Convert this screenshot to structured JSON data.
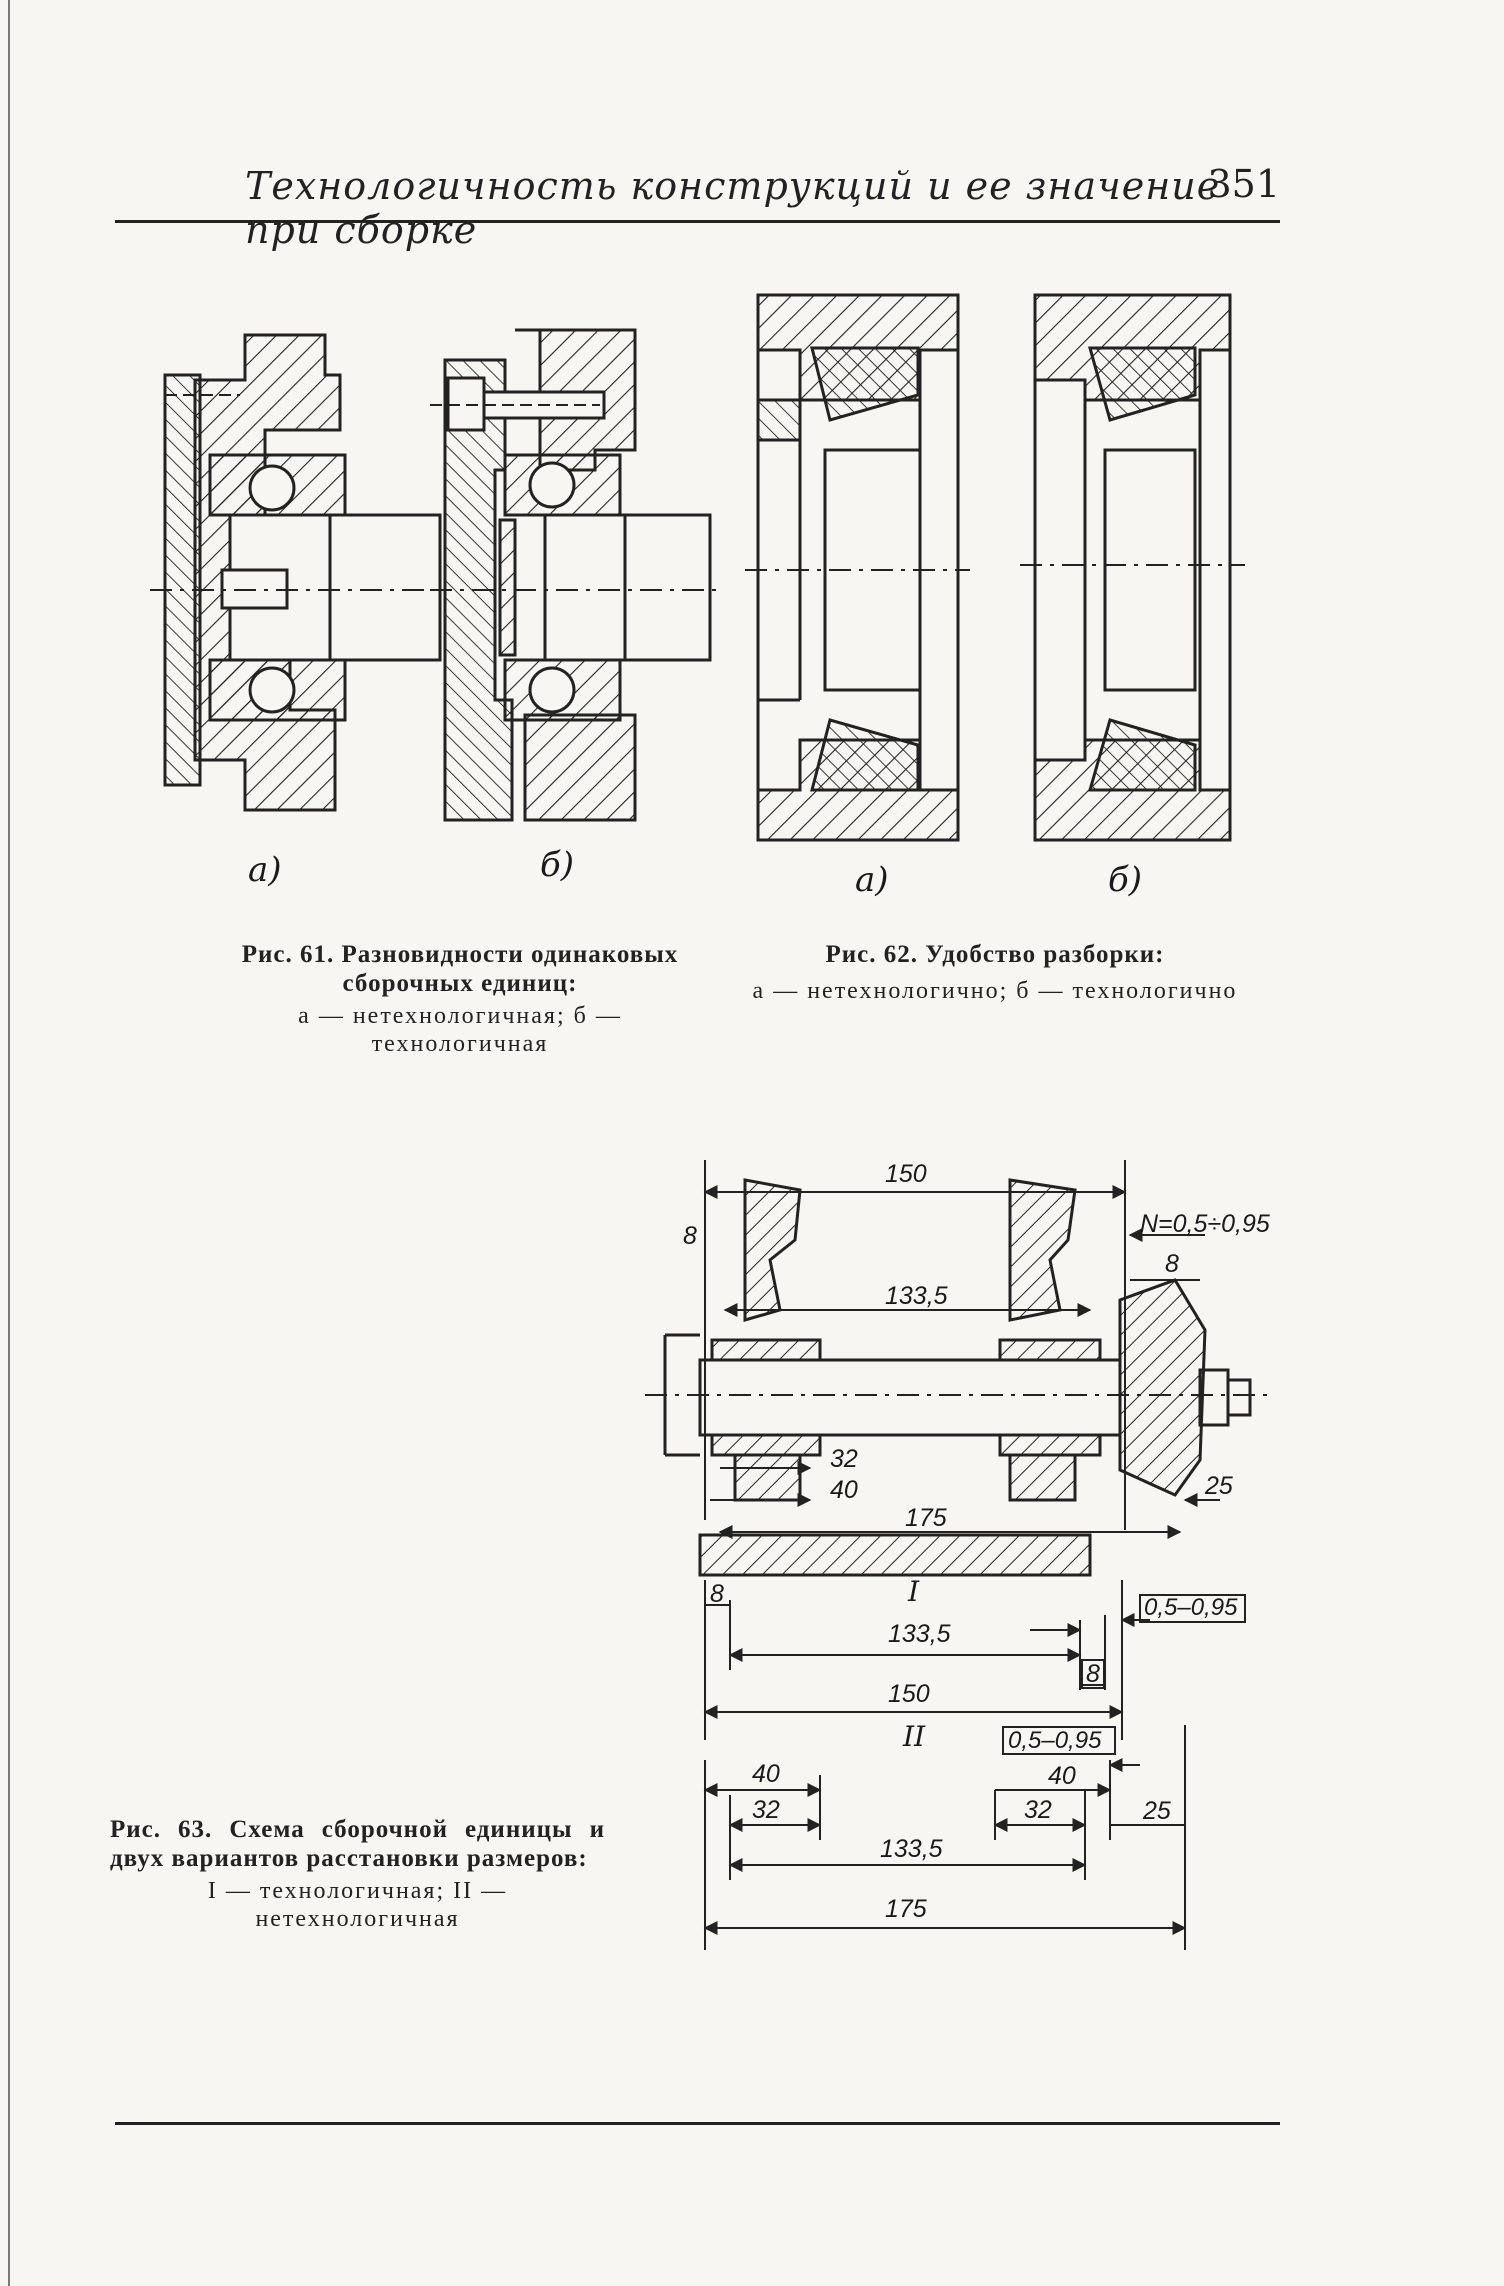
{
  "header": {
    "running_title": "Технологичность конструкций и ее значение при сборке",
    "page_number": "351"
  },
  "fig61": {
    "label_a": "а)",
    "label_b": "б)",
    "caption_title": "Рис. 61. Разновидности одинаковых сборочных единиц:",
    "caption_body": "а — нетехнологичная; б — технологичная"
  },
  "fig62": {
    "label_a": "а)",
    "label_b": "б)",
    "caption_title": "Рис. 62. Удобство разборки:",
    "caption_body": "а — нетехнологично; б — технологично"
  },
  "fig63": {
    "dims": {
      "total_150": "150",
      "gap_8": "8",
      "n_tolerance": "N=0,5÷0,95",
      "gap_8_right": "8",
      "dim_133_5": "133,5",
      "dim_32": "32",
      "dim_40": "40",
      "dim_175": "175",
      "dim_25": "25"
    },
    "scheme_I": {
      "label": "I",
      "d8_left": "8",
      "d133_5": "133,5",
      "d8_right": "8",
      "tolerance": "0,5–0,95",
      "d150": "150"
    },
    "scheme_II": {
      "label": "II",
      "tolerance": "0,5–0,95",
      "d40_left": "40",
      "d32_left": "32",
      "d40_right": "40",
      "d32_right": "32",
      "d25": "25",
      "d133_5": "133,5",
      "d175": "175"
    },
    "caption_title": "Рис. 63. Схема сборочной единицы и двух вариантов расстановки размеров:",
    "caption_body": "I — технологичная; II — нетехнологичная"
  }
}
